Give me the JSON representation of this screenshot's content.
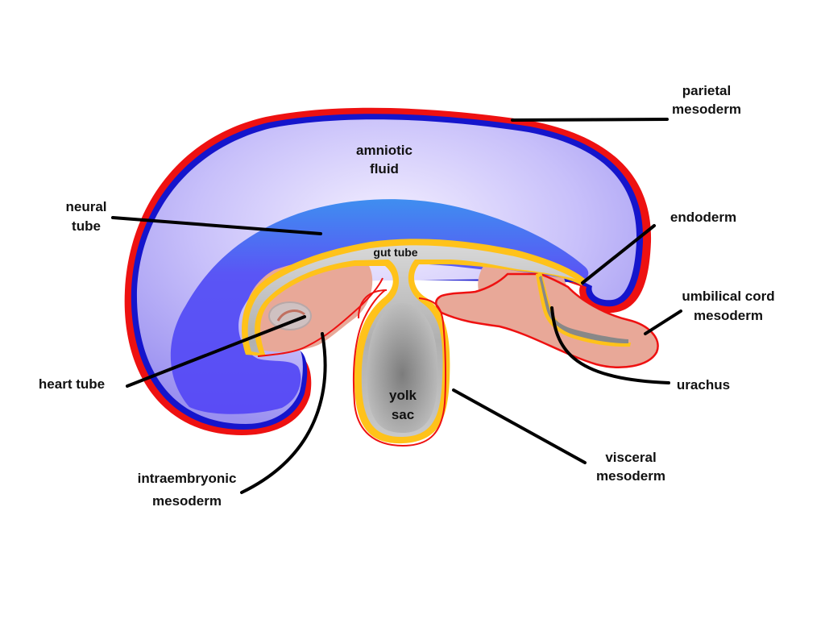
{
  "labels": {
    "parietal_1": "parietal",
    "parietal_2": "mesoderm",
    "amniotic_1": "amniotic",
    "amniotic_2": "fluid",
    "neural_1": "neural",
    "neural_2": "tube",
    "endoderm": "endoderm",
    "gut_tube": "gut tube",
    "umbilical_1": "umbilical cord",
    "umbilical_2": "mesoderm",
    "heart_tube": "heart tube",
    "urachus": "urachus",
    "yolk_1": "yolk",
    "yolk_2": "sac",
    "visceral_1": "visceral",
    "visceral_2": "mesoderm",
    "intra_1": "intraembryonic",
    "intra_2": "mesoderm"
  },
  "colors": {
    "amnion_outer": "#ee1111",
    "amnion_inner": "#1111cc",
    "amniotic_fluid": "#b0a8f5",
    "neural_tube": "#5a4cf5",
    "neural_highlight": "#3f8ef0",
    "mesoderm_fill": "#e8a898",
    "endoderm_outline": "#ffc21a",
    "gut_fill": "#a9a9a9",
    "yolk_fill": "#8a8a8a"
  }
}
